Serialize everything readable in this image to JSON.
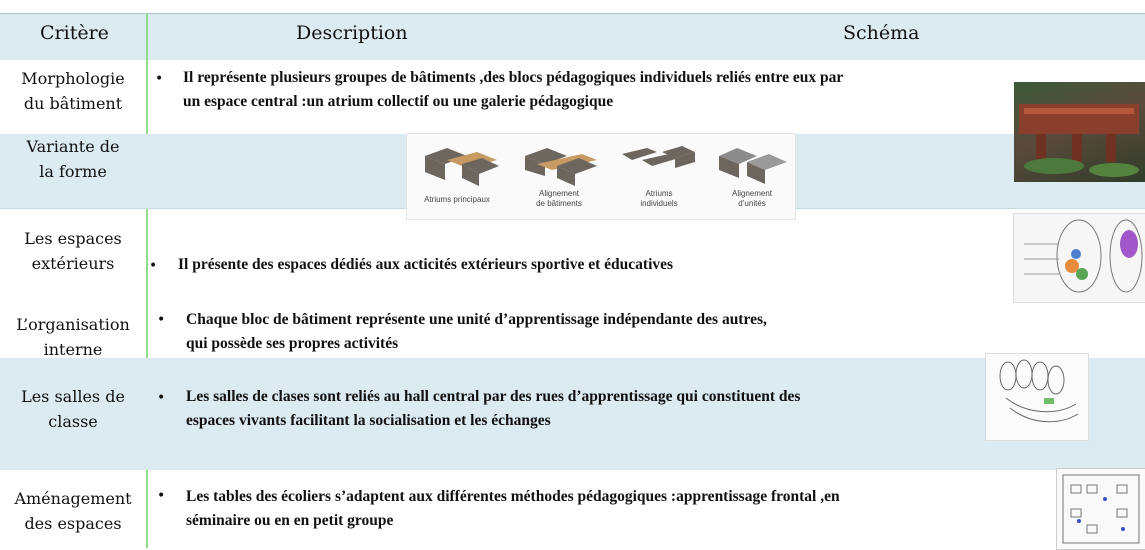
{
  "header": {
    "criterion": "Critère",
    "description": "Description",
    "schema": "Schéma"
  },
  "rows": [
    {
      "criterion_line1": "Morphologie",
      "criterion_line2": "du bâtiment",
      "text_line1": "Il représente plusieurs groupes de bâtiments ,des blocs pédagogiques individuels reliés entre eux par",
      "text_line2": "un espace central :un atrium collectif ou une galerie pédagogique"
    },
    {
      "criterion_line1": "Variante de",
      "criterion_line2": "la forme"
    },
    {
      "criterion_line1": "Les espaces",
      "criterion_line2": "extérieurs",
      "text_line1": "Il présente des espaces dédiés aux acticités extérieurs sportive et éducatives"
    },
    {
      "criterion_line1": "L’organisation",
      "criterion_line2": "interne",
      "text_line1": "Chaque bloc de bâtiment représente une unité d’apprentissage indépendante des autres,",
      "text_line2": "qui possède ses propres activités"
    },
    {
      "criterion_line1": "Les salles de",
      "criterion_line2": "classe",
      "text_line1": "Les salles de clases sont reliés au hall central par des rues d’apprentissage qui constituent des",
      "text_line2": "espaces vivants facilitant la socialisation et les échanges"
    },
    {
      "criterion_line1": "Aménagement",
      "criterion_line2": "des espaces",
      "text_line1": "Les tables des écoliers s’adaptent aux différentes méthodes pédagogiques :apprentissage frontal ,en",
      "text_line2": "séminaire ou en en petit groupe"
    }
  ],
  "variants": [
    {
      "label1": "Atriums principaux",
      "label2": ""
    },
    {
      "label1": "Alignement",
      "label2": "de bâtiments"
    },
    {
      "label1": "Atriums",
      "label2": "individuels"
    },
    {
      "label1": "Alignement",
      "label2": "d’unités"
    }
  ],
  "bullet_char": "•",
  "colors": {
    "band": "#dceaf1",
    "divider": "#8fdc8a"
  }
}
